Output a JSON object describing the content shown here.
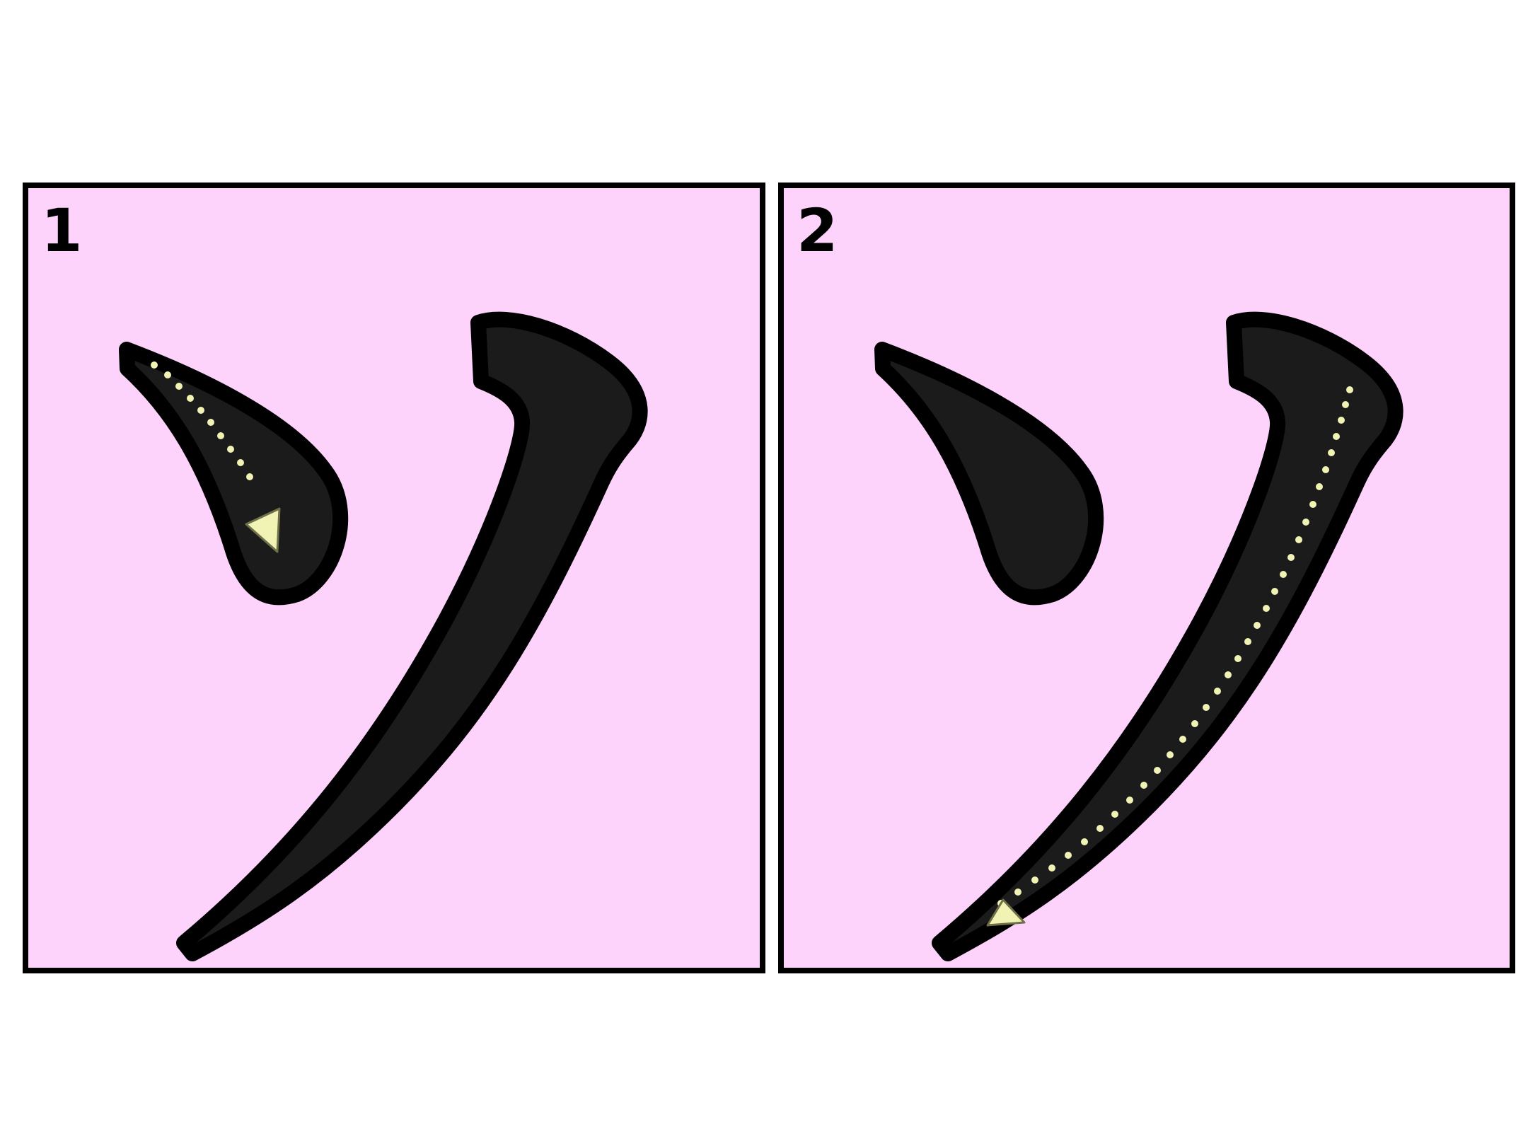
{
  "character": "ソ",
  "background_color": "#fdd3fc",
  "stroke_fill_color": "#1b1b1b",
  "stroke_outline_color": "#000000",
  "guide_color": "#f1f3b4",
  "panels": [
    {
      "step": "1",
      "highlighted_stroke": 1,
      "direction_icon": "arrow-head-icon"
    },
    {
      "step": "2",
      "highlighted_stroke": 2,
      "direction_icon": "arrow-head-icon"
    }
  ]
}
